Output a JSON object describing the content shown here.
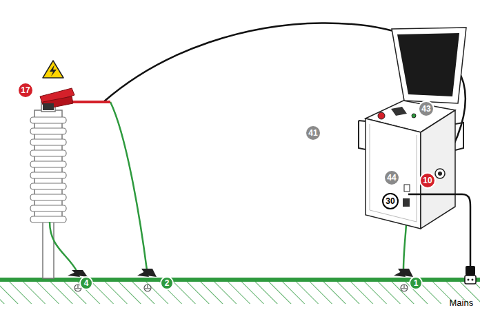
{
  "diagram": {
    "labels": [
      "17",
      "4",
      "2",
      "1",
      "41",
      "43",
      "44",
      "10",
      "30",
      "Mains"
    ]
  }
}
